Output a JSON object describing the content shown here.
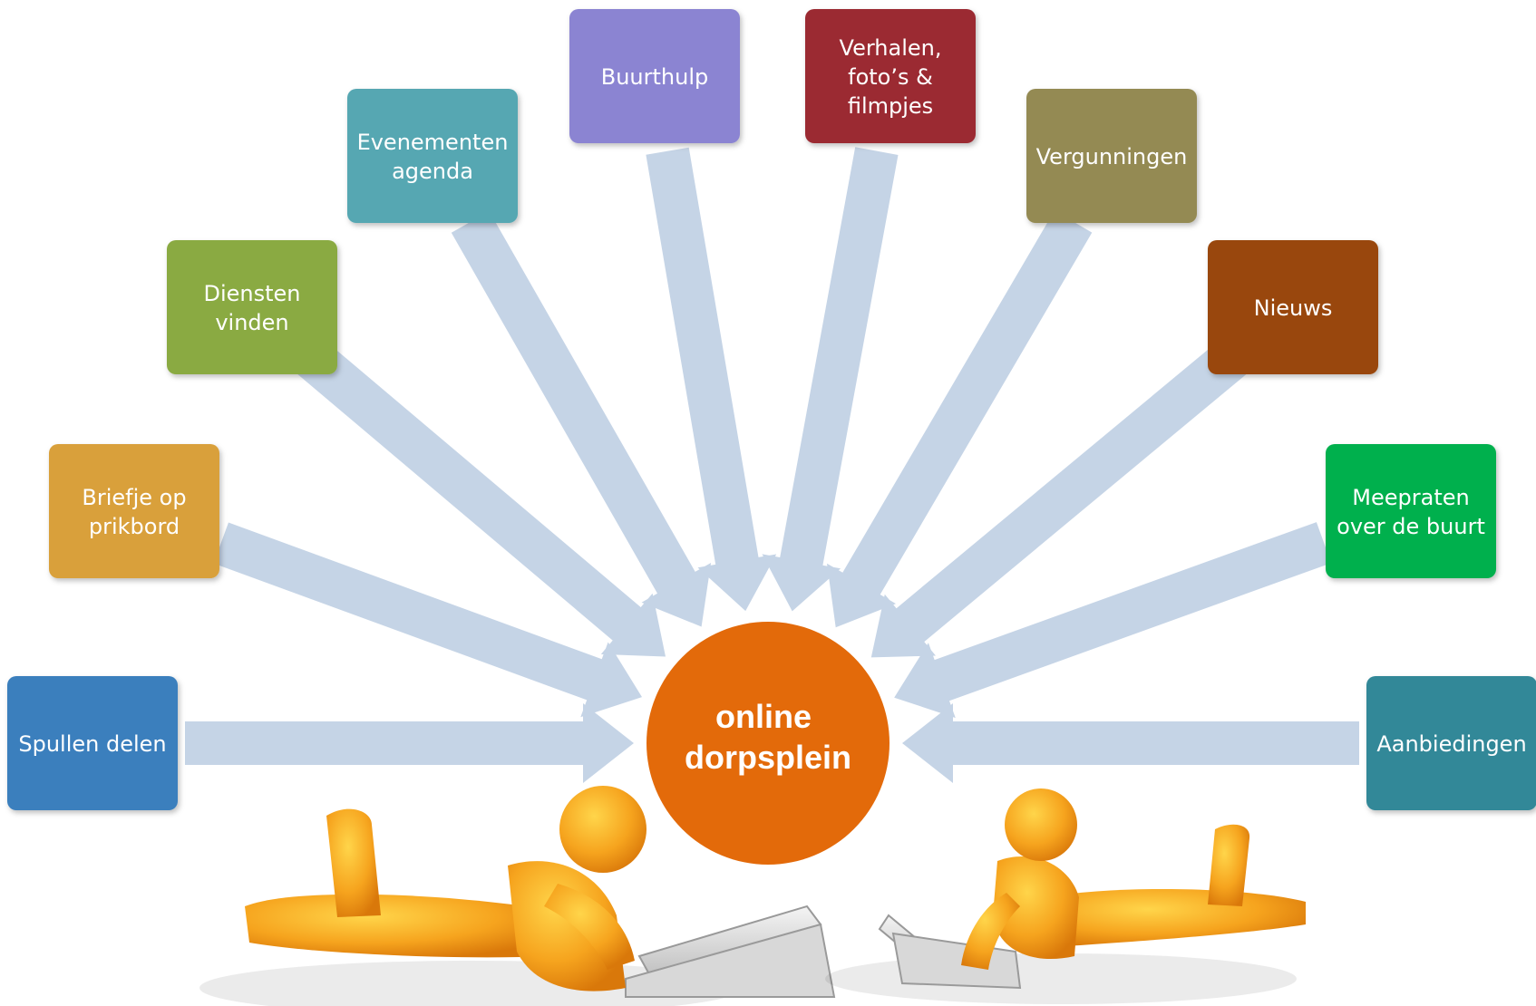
{
  "hub": {
    "lines": [
      "online",
      "dorpsplein"
    ],
    "color": "#E36A0A"
  },
  "arrow_color": "#C5D4E6",
  "figure_color": "#F5A623",
  "nodes": [
    {
      "id": "spullen-delen",
      "lines": [
        "Spullen delen"
      ],
      "color": "#3A7FBD"
    },
    {
      "id": "briefje-op-prikbord",
      "lines": [
        "Briefje op",
        "prikbord"
      ],
      "color": "#D9A03A"
    },
    {
      "id": "diensten-vinden",
      "lines": [
        "Diensten",
        "vinden"
      ],
      "color": "#8AAA43"
    },
    {
      "id": "evenementen-agenda",
      "lines": [
        "Evenementen",
        "agenda"
      ],
      "color": "#57A7B2"
    },
    {
      "id": "buurthulp",
      "lines": [
        "Buurthulp"
      ],
      "color": "#8B84D2"
    },
    {
      "id": "verhalen-fotos-filmpjes",
      "lines": [
        "Verhalen,",
        "foto’s &",
        "filmpjes"
      ],
      "color": "#9B2C32"
    },
    {
      "id": "vergunningen",
      "lines": [
        "Vergunningen"
      ],
      "color": "#948A53"
    },
    {
      "id": "nieuws",
      "lines": [
        "Nieuws"
      ],
      "color": "#994709"
    },
    {
      "id": "meepraten-over-de-buurt",
      "lines": [
        "Meepraten",
        "over de buurt"
      ],
      "color": "#02B04D"
    },
    {
      "id": "aanbiedingen",
      "lines": [
        "Aanbiedingen"
      ],
      "color": "#318898"
    }
  ]
}
